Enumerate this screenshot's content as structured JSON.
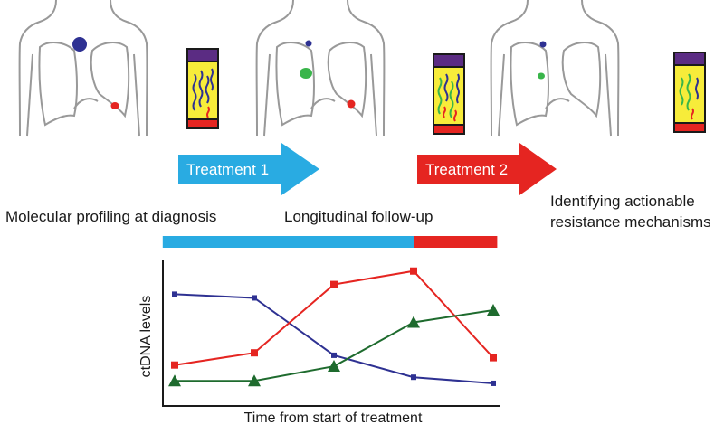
{
  "panels": [
    {
      "caption": "Molecular profiling at diagnosis"
    },
    {
      "caption": "Longitudinal follow-up"
    },
    {
      "caption_lines": [
        "Identifying actionable",
        "resistance mechanisms"
      ]
    }
  ],
  "treatments": [
    {
      "label": "Treatment 1",
      "color": "#29abe2"
    },
    {
      "label": "Treatment 2",
      "color": "#e52521"
    }
  ],
  "colors": {
    "blue_series": "#2e3192",
    "red_series": "#e52521",
    "green_series": "#1e6b2e",
    "body_outline": "#999999",
    "tube_cap": "#5b2c83",
    "tube_fluid": "#f7ec3a"
  },
  "chart_data": {
    "type": "line",
    "title": "",
    "xlabel": "Time from start of treatment",
    "ylabel": "ctDNA levels",
    "x": [
      1,
      2,
      3,
      4,
      5
    ],
    "ylim": [
      0,
      100
    ],
    "timeline_segments": [
      {
        "treatment": "Treatment 1",
        "from": 0.85,
        "to": 4.0
      },
      {
        "treatment": "Treatment 2",
        "from": 4.0,
        "to": 5.05
      }
    ],
    "series": [
      {
        "color": "#2e3192",
        "marker": "square",
        "values": [
          76,
          73,
          26,
          8,
          3
        ]
      },
      {
        "color": "#e52521",
        "marker": "square",
        "values": [
          18,
          28,
          84,
          95,
          24
        ]
      },
      {
        "color": "#1e6b2e",
        "marker": "triangle",
        "values": [
          5,
          5,
          17,
          53,
          63
        ]
      }
    ]
  }
}
